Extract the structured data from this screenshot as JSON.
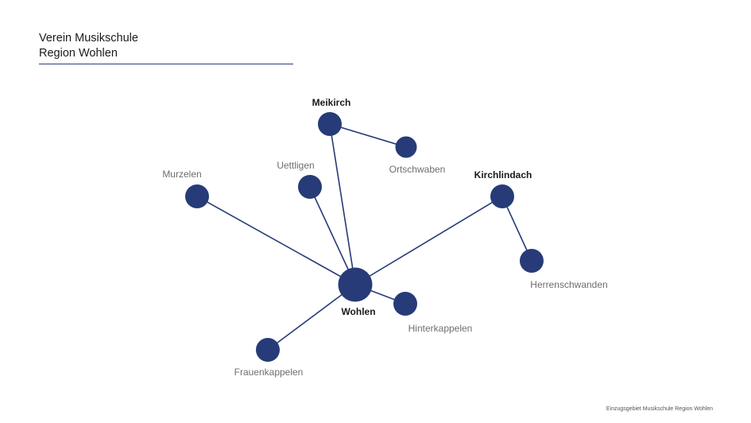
{
  "title": {
    "line1": "Verein Musikschule",
    "line2": "Region Wohlen"
  },
  "nodes": {
    "meikirch": "Meikirch",
    "ortschwaben": "Ortschwaben",
    "uettligen": "Uettligen",
    "murzelen": "Murzelen",
    "kirchlindach": "Kirchlindach",
    "herrenschwanden": "Herrenschwanden",
    "wohlen": "Wohlen",
    "hinterkappelen": "Hinterkappelen",
    "frauenkappelen": "Frauenkappelen"
  },
  "colors": {
    "node": "#263b78",
    "rule": "#2a3f7e"
  },
  "footer": "Einzugsgebiet Musikschule Region Wohlen"
}
